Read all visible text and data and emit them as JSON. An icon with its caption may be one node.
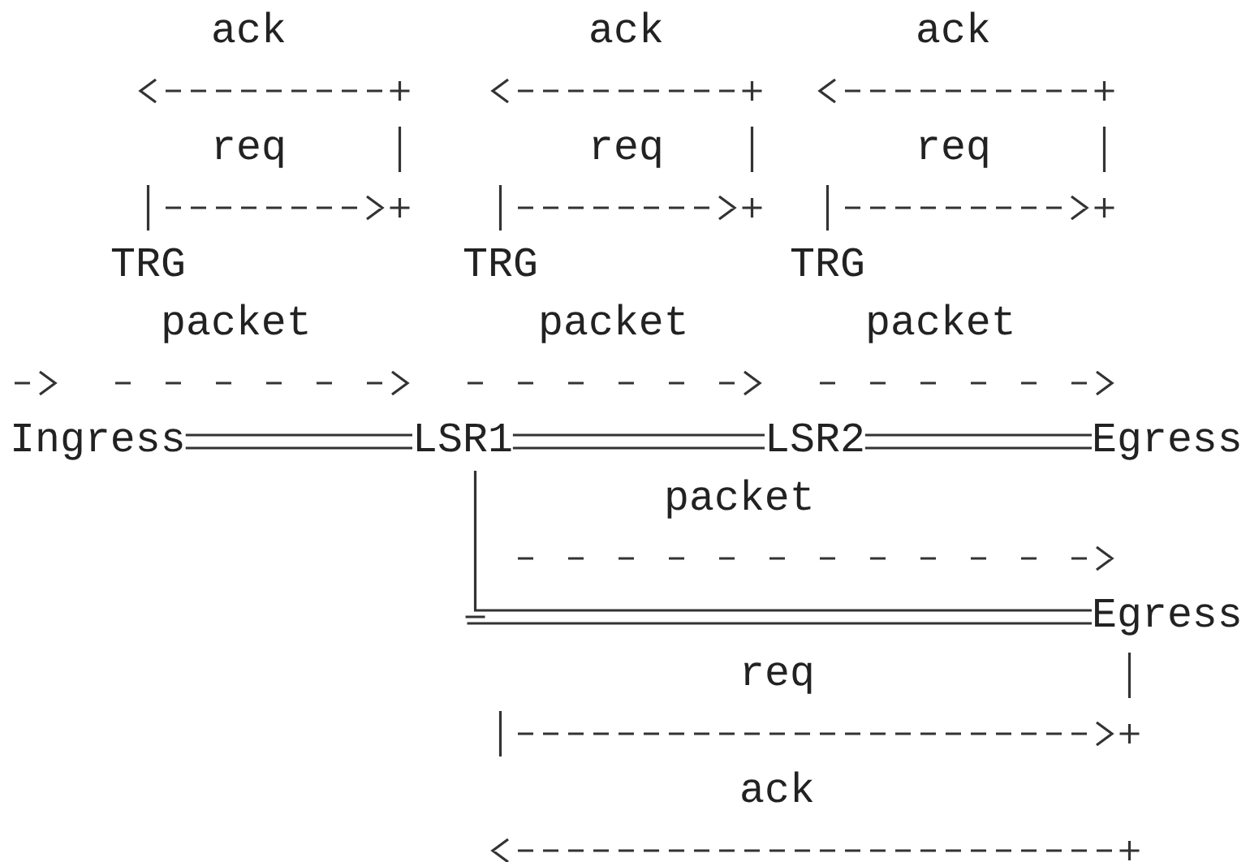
{
  "diagram": {
    "nodes": [
      {
        "text": [
          "Ingress"
        ]
      },
      {
        "text": [
          "LSR1"
        ]
      },
      {
        "text": [
          "LSR2"
        ]
      },
      {
        "text": [
          "Egress"
        ]
      },
      {
        "text": [
          "Egress"
        ]
      }
    ],
    "edges": [
      {
        "from": 0,
        "to": 1,
        "arrow": "none"
      },
      {
        "from": 1,
        "to": 2,
        "arrow": "none"
      },
      {
        "from": 2,
        "to": 3,
        "arrow": "none"
      },
      {
        "from": 1,
        "to": 4,
        "arrow": "none"
      }
    ],
    "labels": [
      "ack",
      "ack",
      "ack",
      "req",
      "req",
      "req",
      "TRG",
      "TRG",
      "TRG",
      "packet",
      "packet",
      "packet",
      "packet",
      "req",
      "ack"
    ]
  }
}
